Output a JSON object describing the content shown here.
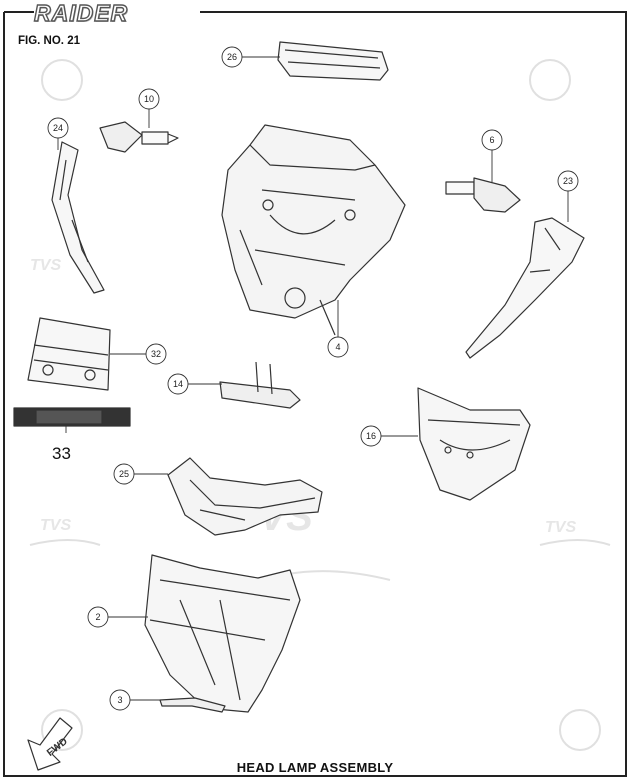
{
  "brand": "RAIDER",
  "figure_label": "FIG. NO. 21",
  "title": "HEAD LAMP ASSEMBLY",
  "direction_marker": "FWD",
  "watermarks": [
    "TVS",
    "TVS",
    "TVS",
    "TVS"
  ],
  "parts": [
    {
      "number": "26"
    },
    {
      "number": "10"
    },
    {
      "number": "24"
    },
    {
      "number": "6"
    },
    {
      "number": "23"
    },
    {
      "number": "32"
    },
    {
      "number": "4"
    },
    {
      "number": "14"
    },
    {
      "number": "33"
    },
    {
      "number": "16"
    },
    {
      "number": "25"
    },
    {
      "number": "2"
    },
    {
      "number": "3"
    }
  ],
  "colors": {
    "line": "#333333",
    "watermark": "#d8d8d8",
    "frame": "#222222"
  }
}
